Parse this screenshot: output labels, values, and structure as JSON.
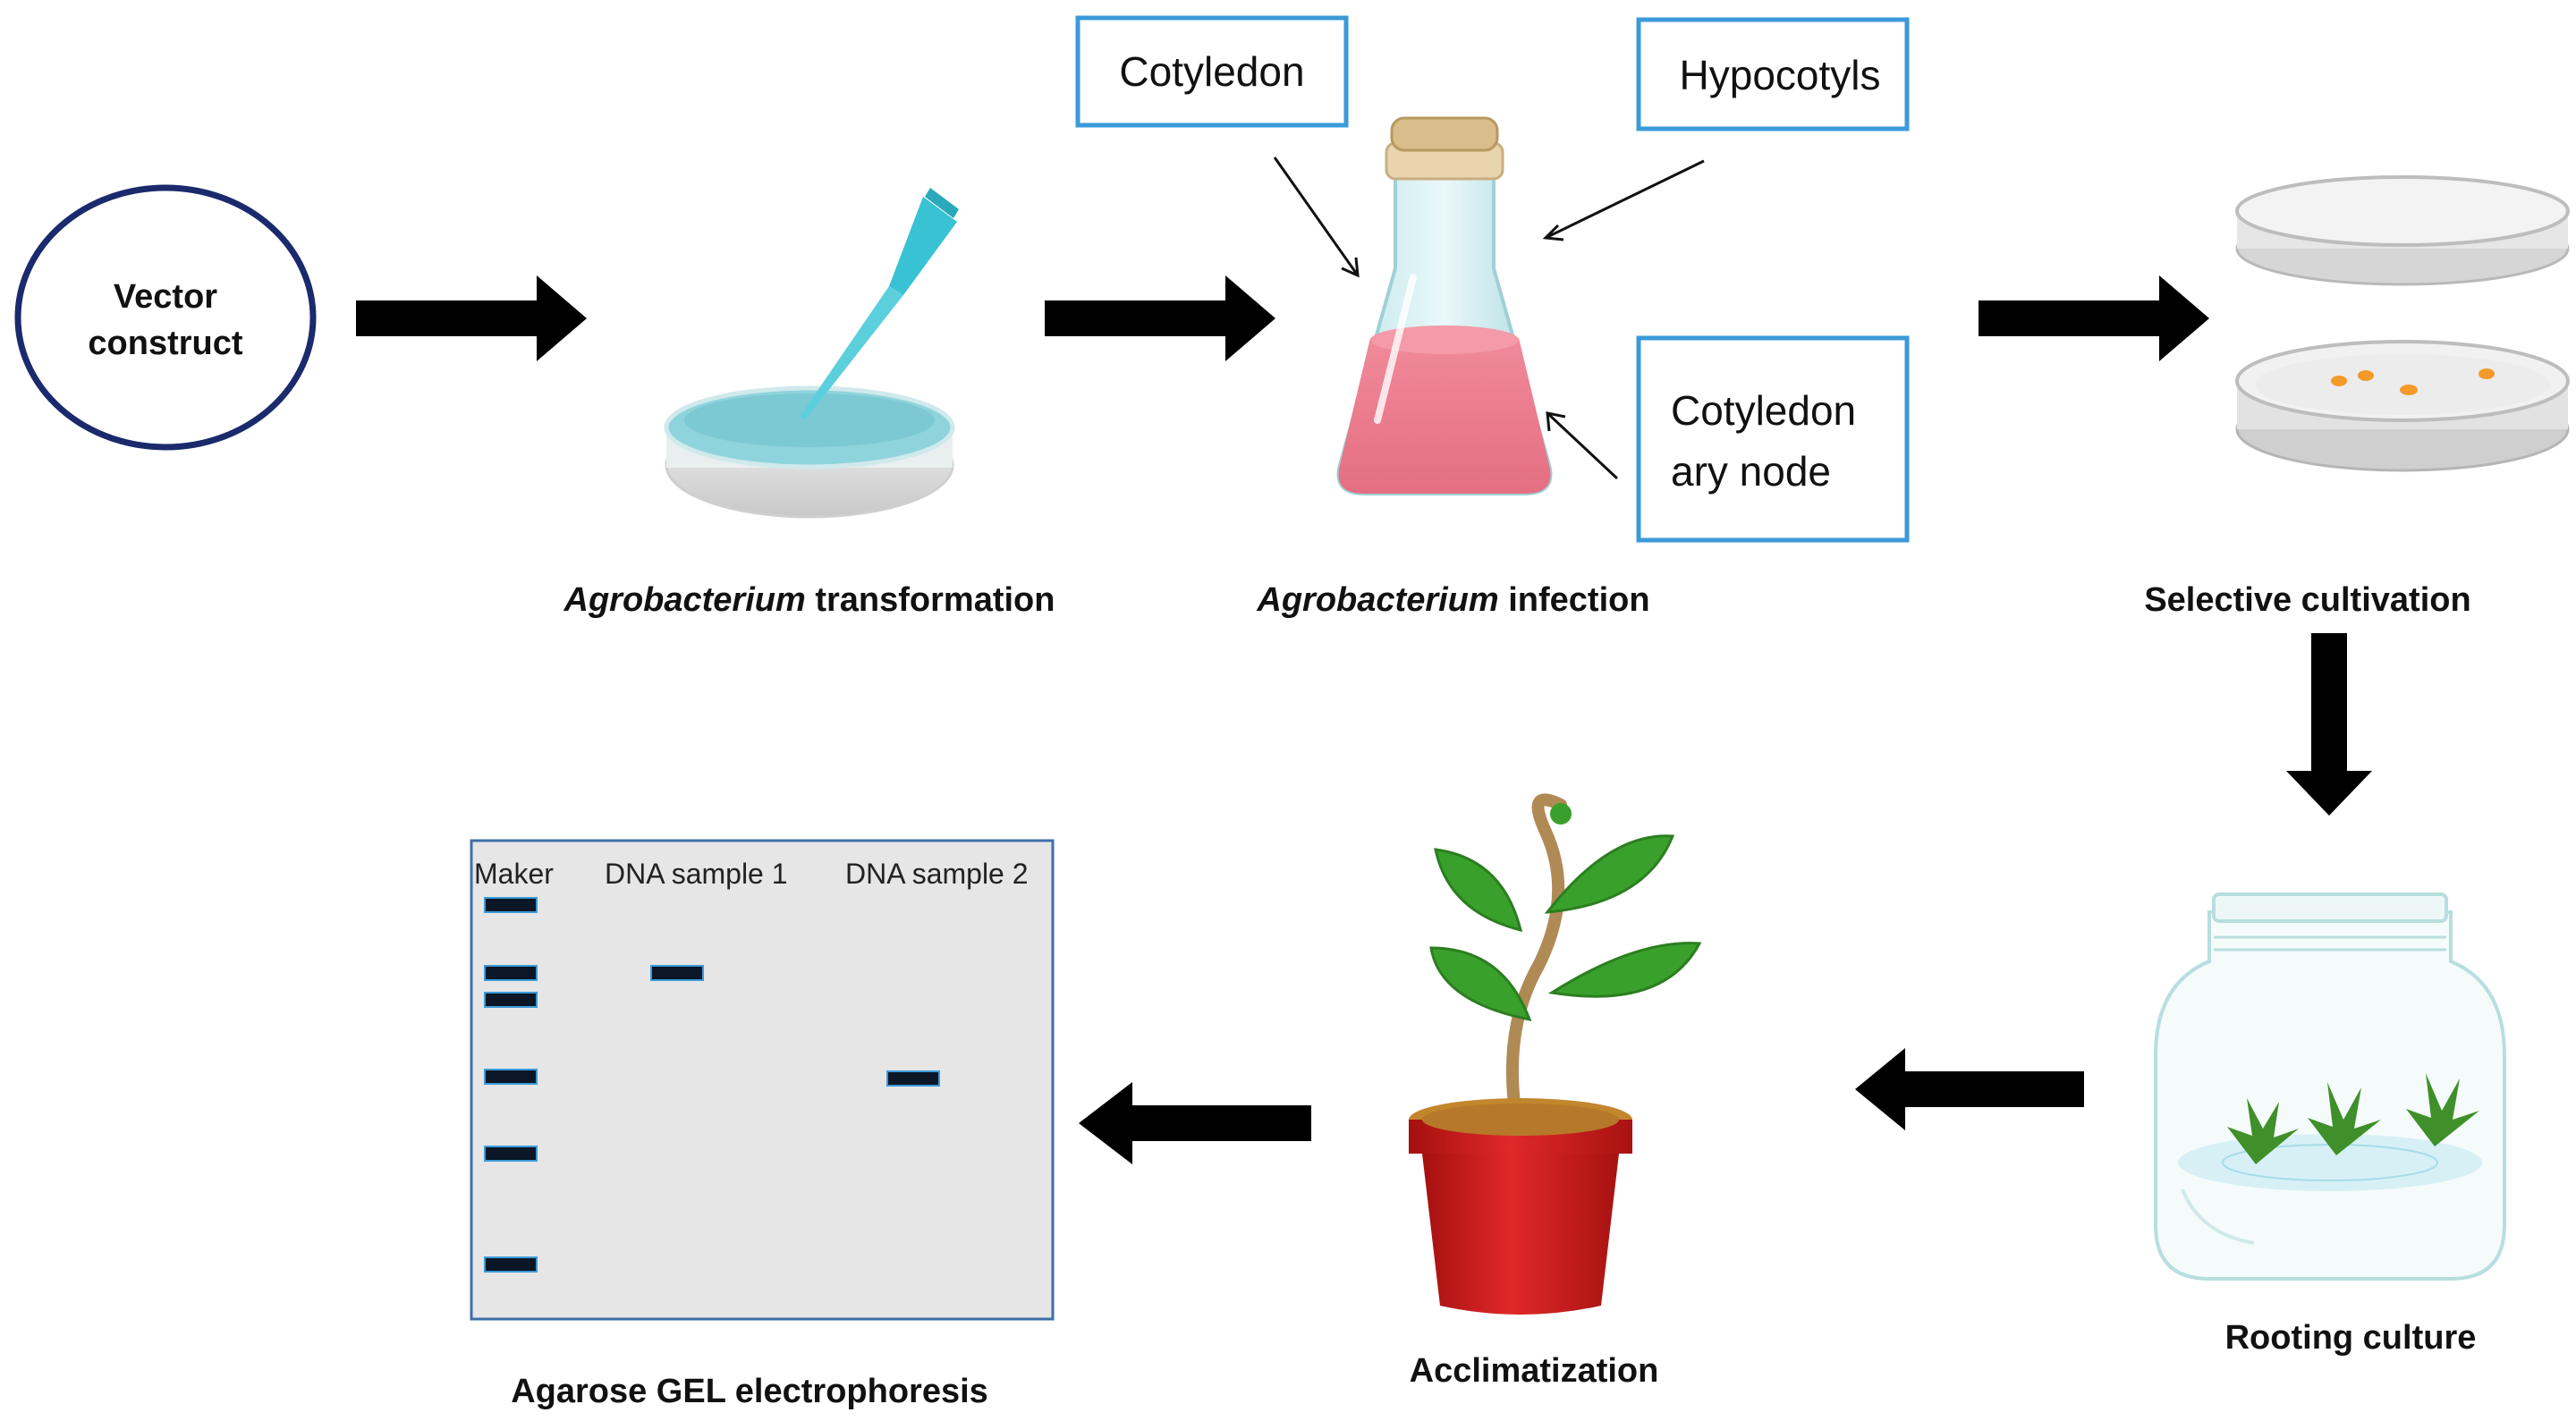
{
  "vector": {
    "line1": "Vector",
    "line2": "construct"
  },
  "captions": {
    "transformation_italic": "Agrobacterium",
    "transformation_rest": " transformation",
    "infection_italic": "Agrobacterium",
    "infection_rest": " infection",
    "selective": "Selective cultivation",
    "rooting": "Rooting culture",
    "acclimatization": "Acclimatization",
    "gel": "Agarose GEL electrophoresis"
  },
  "explant_boxes": {
    "cotyledon": "Cotyledon",
    "hypocotyls": "Hypocotyls",
    "node_line1": "Cotyledon",
    "node_line2": "ary node"
  },
  "gel": {
    "lane_maker": "Maker",
    "lane_sample1": "DNA sample 1",
    "lane_sample2": "DNA sample 2"
  },
  "colors": {
    "box_border": "#3b9ad9",
    "vector_circle": "#1a2a6c",
    "arrow": "#000000",
    "gel_bg": "#e6e6e6",
    "band": "#0b1726",
    "pot": "#d42020",
    "leaf": "#3aa02c"
  }
}
